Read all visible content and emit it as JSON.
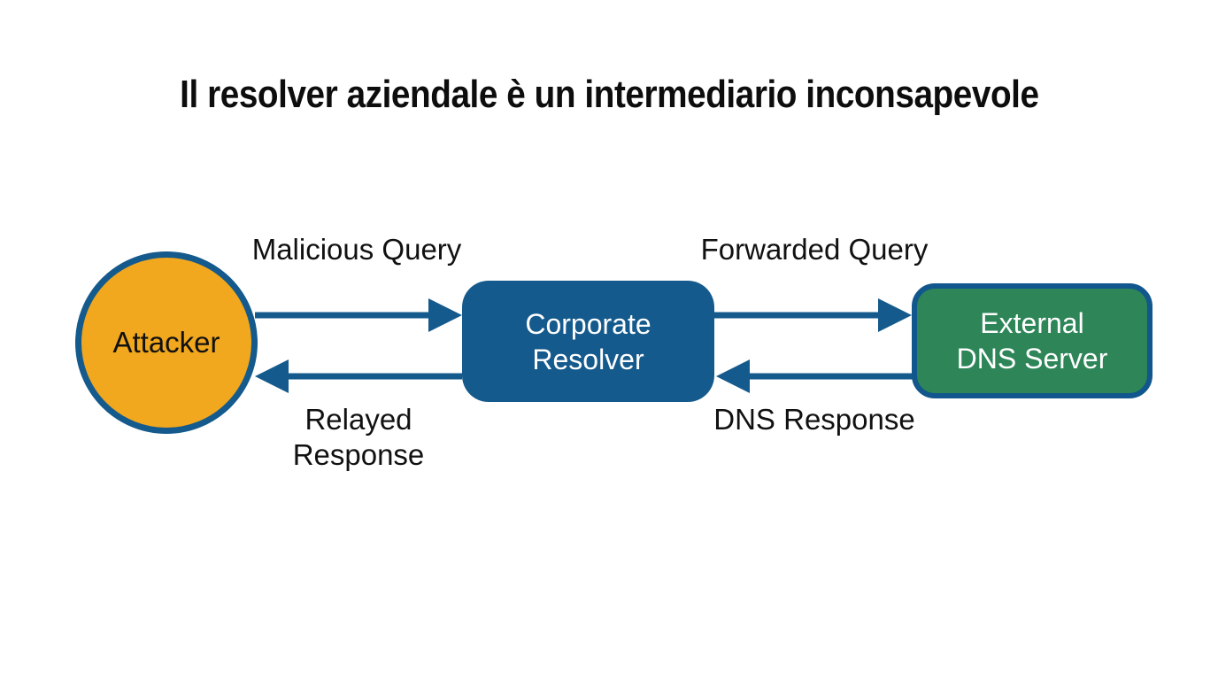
{
  "title": "Il resolver aziendale è un intermediario inconsapevole",
  "colors": {
    "background": "#FFFFFF",
    "title_text": "#0D0D0D",
    "arrow_blue": "#155A8C",
    "attacker_fill": "#F1A71E",
    "attacker_border": "#155A8C",
    "resolver_fill": "#155A8C",
    "dns_fill": "#2D8558",
    "dns_border": "#11568C",
    "box_text": "#FFFFFF",
    "label_text": "#111111"
  },
  "diagram": {
    "nodes": [
      {
        "id": "attacker",
        "shape": "circle",
        "label": "Attacker",
        "label_lines": [
          "Attacker"
        ]
      },
      {
        "id": "corporate-resolver",
        "shape": "rounded-rect",
        "label": "Corporate Resolver",
        "label_lines": [
          "Corporate",
          "Resolver"
        ]
      },
      {
        "id": "external-dns-server",
        "shape": "rounded-rect",
        "label": "External DNS Server",
        "label_lines": [
          "External",
          "DNS Server"
        ]
      }
    ],
    "edges": [
      {
        "id": "malicious-query",
        "from": "attacker",
        "to": "corporate-resolver",
        "direction": "right",
        "label": "Malicious Query",
        "label_lines": [
          "Malicious",
          "Query"
        ]
      },
      {
        "id": "forwarded-query",
        "from": "corporate-resolver",
        "to": "external-dns-server",
        "direction": "right",
        "label": "Forwarded Query",
        "label_lines": [
          "Forwarded",
          "Query"
        ]
      },
      {
        "id": "relayed-response",
        "from": "corporate-resolver",
        "to": "attacker",
        "direction": "left",
        "label": "Relayed Response",
        "label_lines": [
          "Relayed",
          "Response"
        ]
      },
      {
        "id": "dns-response",
        "from": "external-dns-server",
        "to": "corporate-resolver",
        "direction": "left",
        "label": "DNS Response",
        "label_lines": [
          "DNS",
          "Response"
        ]
      }
    ]
  }
}
